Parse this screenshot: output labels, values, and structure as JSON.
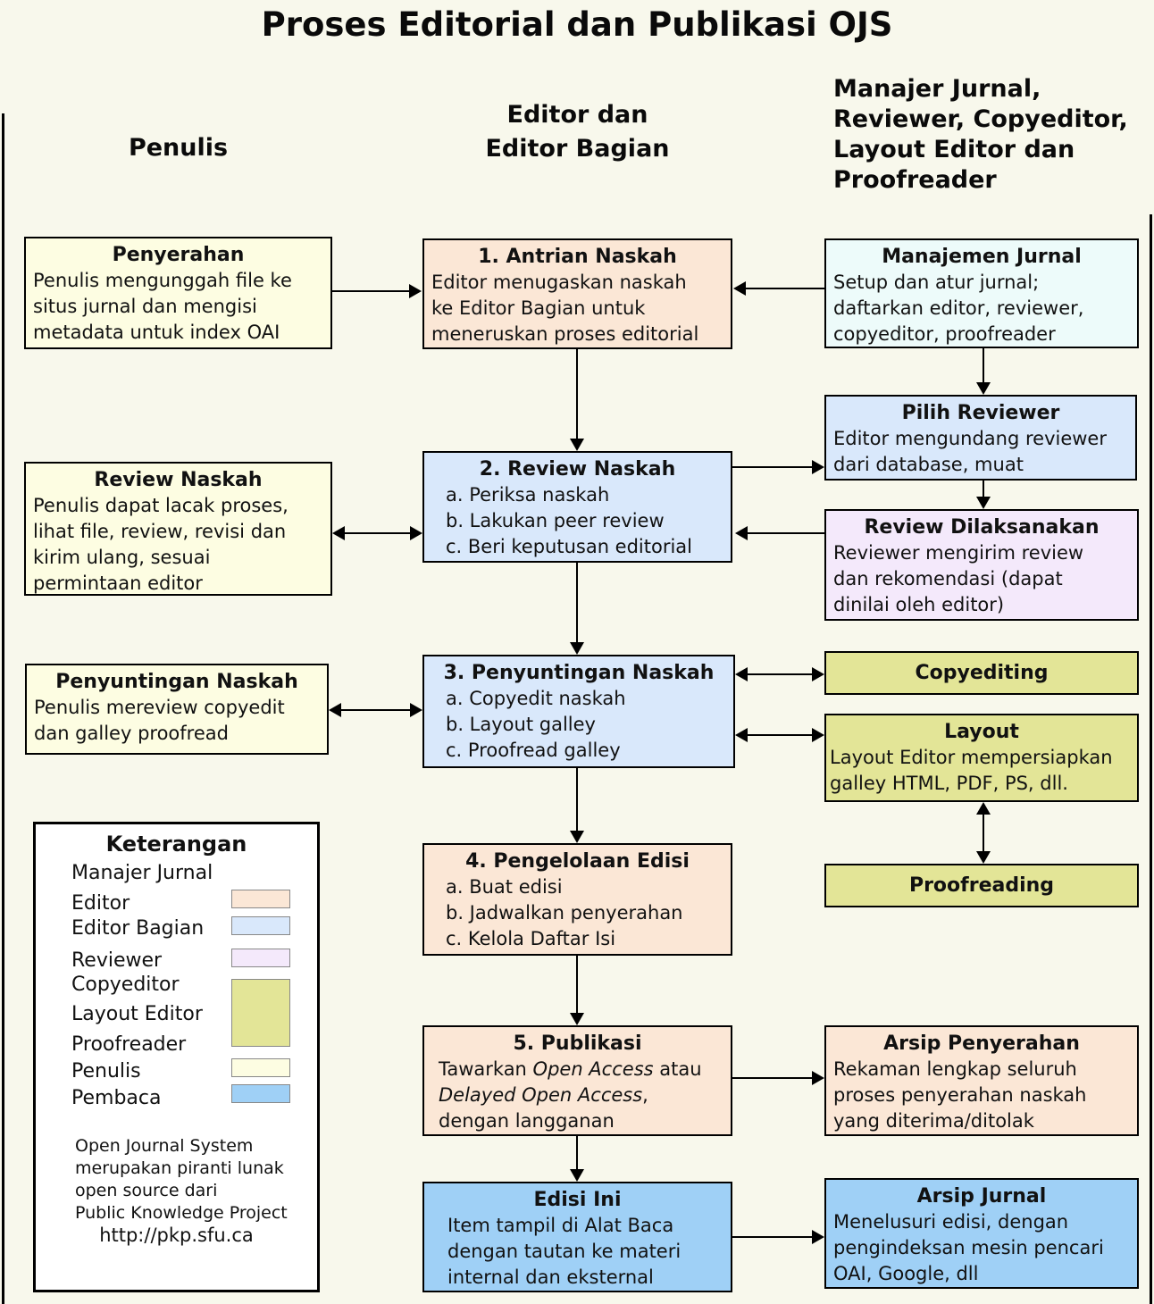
{
  "title": "Proses Editorial dan Publikasi OJS",
  "columns": {
    "penulis": "Penulis",
    "editor_lines": [
      "Editor dan",
      "Editor Bagian"
    ],
    "manajer_lines": [
      "Manajer Jurnal,",
      "Reviewer, Copyeditor,",
      "Layout Editor dan",
      "Proofreader"
    ]
  },
  "boxes": {
    "penyerahan": {
      "title": "Penyerahan",
      "lines": [
        "Penulis mengunggah file ke",
        "situs jurnal dan mengisi",
        "metadata untuk index OAI"
      ]
    },
    "antrian": {
      "title": "1. Antrian Naskah",
      "lines": [
        "Editor menugaskan naskah",
        "ke Editor Bagian untuk",
        "meneruskan proses editorial"
      ]
    },
    "manajemen": {
      "title": "Manajemen Jurnal",
      "lines": [
        "Setup dan atur jurnal;",
        "daftarkan editor, reviewer,",
        "copyeditor, proofreader"
      ]
    },
    "pilih": {
      "title": "Pilih Reviewer",
      "lines": [
        "Editor mengundang reviewer",
        "dari database, muat"
      ]
    },
    "review_left": {
      "title": "Review Naskah",
      "lines": [
        "Penulis dapat lacak proses,",
        "lihat file, review, revisi dan",
        "kirim ulang, sesuai",
        "permintaan editor"
      ]
    },
    "review": {
      "title": "2. Review Naskah",
      "items": [
        "a. Periksa naskah",
        "b. Lakukan peer review",
        "c. Beri keputusan editorial"
      ]
    },
    "dilaksanakan": {
      "title": "Review Dilaksanakan",
      "lines": [
        "Reviewer mengirim review",
        "dan rekomendasi (dapat",
        "dinilai oleh editor)"
      ]
    },
    "penyuntingan_left": {
      "title": "Penyuntingan Naskah",
      "lines": [
        "Penulis mereview copyedit",
        "dan galley proofread"
      ]
    },
    "penyuntingan": {
      "title": "3. Penyuntingan Naskah",
      "items": [
        "a. Copyedit naskah",
        "b. Layout galley",
        "c. Proofread galley"
      ]
    },
    "copyediting": {
      "title": "Copyediting"
    },
    "layout": {
      "title": "Layout",
      "lines": [
        "Layout Editor mempersiapkan",
        "galley HTML, PDF, PS, dll."
      ]
    },
    "proofreading": {
      "title": "Proofreading"
    },
    "pengelolaan": {
      "title": "4. Pengelolaan Edisi",
      "items": [
        "a. Buat edisi",
        "b. Jadwalkan penyerahan",
        "c. Kelola Daftar Isi"
      ]
    },
    "publikasi": {
      "title": "5. Publikasi",
      "l1_pre": "Tawarkan ",
      "l1_italic": "Open Access",
      "l1_post": " atau",
      "l2_italic": "Delayed Open Access",
      "l2_post": ",",
      "l3": "dengan langganan"
    },
    "edisi": {
      "title": "Edisi Ini",
      "lines": [
        "Item tampil di Alat Baca",
        "dengan tautan ke materi",
        "internal dan eksternal"
      ]
    },
    "arsip_penyerahan": {
      "title": "Arsip Penyerahan",
      "lines": [
        "Rekaman lengkap seluruh",
        "proses penyerahan naskah",
        "yang diterima/ditolak"
      ]
    },
    "arsip_jurnal": {
      "title": "Arsip Jurnal",
      "lines": [
        "Menelusuri edisi, dengan",
        "pengindeksan mesin pencari",
        "OAI, Google, dll"
      ]
    }
  },
  "legend": {
    "title": "Keterangan",
    "items": [
      {
        "label": "Manajer Jurnal",
        "swatch": null
      },
      {
        "label": "Editor",
        "swatch": "#FBE7D6"
      },
      {
        "label": "Editor Bagian",
        "swatch": "#D9E8FB"
      },
      {
        "label": "Reviewer",
        "swatch": "#F4E9FB"
      },
      {
        "label": "Copyeditor",
        "swatch": "#E3E597"
      },
      {
        "label": "Layout Editor",
        "swatch": "#E3E597"
      },
      {
        "label": "Proofreader",
        "swatch": "#E3E597"
      },
      {
        "label": "Penulis",
        "swatch": "#FDFDE2"
      },
      {
        "label": "Pembaca",
        "swatch": "#9FD0F6"
      }
    ],
    "footer_lines": [
      "Open Journal System",
      "merupakan piranti lunak",
      "open source dari",
      "Public Knowledge Project"
    ],
    "url": "http://pkp.sfu.ca"
  },
  "colors": {
    "bg": "#F8F8EC",
    "cream": "#FDFDE2",
    "peach": "#FBE7D6",
    "lightblue": "#D9E8FB",
    "azure": "#EDFBFA",
    "lavender": "#F4E9FB",
    "olive": "#E3E597",
    "readerblue": "#9FD0F6",
    "legendbg": "#FFFFFF",
    "line": "#000000"
  }
}
